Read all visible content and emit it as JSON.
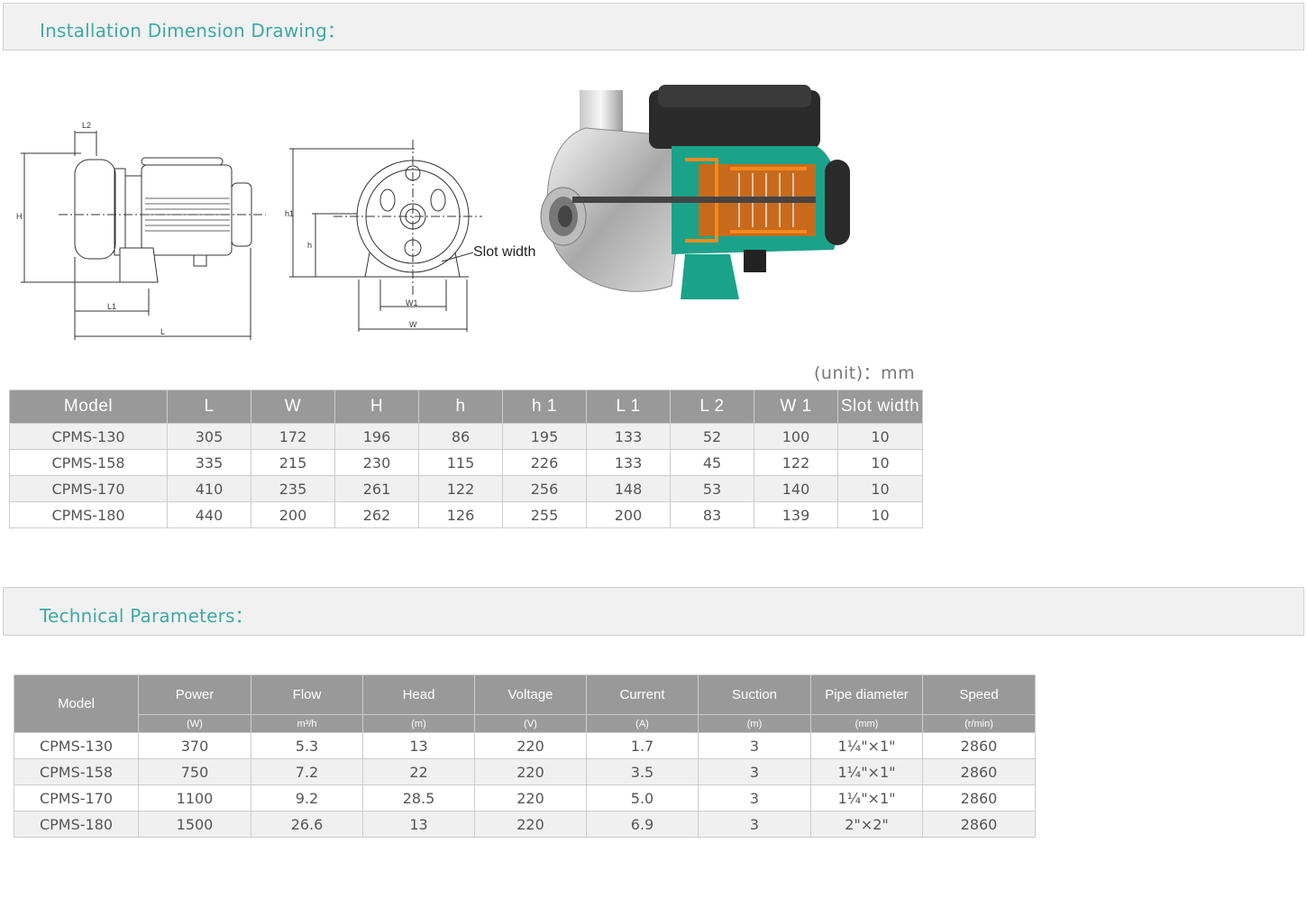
{
  "sections": {
    "installation_title": "Installation Dimension Drawing：",
    "technical_title": "Technical Parameters："
  },
  "drawing": {
    "labels": {
      "L": "L",
      "L1": "L1",
      "L2": "L2",
      "H": "H",
      "W": "W",
      "W1": "W1",
      "h": "h",
      "h1": "h1",
      "slot": "Slot width"
    },
    "photo_icon": "pump-cutaway-icon"
  },
  "unit_note": "(unit)：mm",
  "dimensions": {
    "headers": [
      "Model",
      "L",
      "W",
      "H",
      "h",
      "h 1",
      "L 1",
      "L 2",
      "W 1",
      "Slot width"
    ],
    "rows": [
      [
        "CPMS-130",
        "305",
        "172",
        "196",
        "86",
        "195",
        "133",
        "52",
        "100",
        "10"
      ],
      [
        "CPMS-158",
        "335",
        "215",
        "230",
        "115",
        "226",
        "133",
        "45",
        "122",
        "10"
      ],
      [
        "CPMS-170",
        "410",
        "235",
        "261",
        "122",
        "256",
        "148",
        "53",
        "140",
        "10"
      ],
      [
        "CPMS-180",
        "440",
        "200",
        "262",
        "126",
        "255",
        "200",
        "83",
        "139",
        "10"
      ]
    ]
  },
  "technical": {
    "headers": [
      "Model",
      "Power",
      "Flow",
      "Head",
      "Voltage",
      "Current",
      "Suction",
      "Pipe diameter",
      "Speed"
    ],
    "units": [
      "(W)",
      "m³/h",
      "(m)",
      "(V)",
      "(A)",
      "(m)",
      "(mm)",
      "(r/min)"
    ],
    "rows": [
      [
        "CPMS-130",
        "370",
        "5.3",
        "13",
        "220",
        "1.7",
        "3",
        "1¼\"×1\"",
        "2860"
      ],
      [
        "CPMS-158",
        "750",
        "7.2",
        "22",
        "220",
        "3.5",
        "3",
        "1¼\"×1\"",
        "2860"
      ],
      [
        "CPMS-170",
        "1100",
        "9.2",
        "28.5",
        "220",
        "5.0",
        "3",
        "1¼\"×1\"",
        "2860"
      ],
      [
        "CPMS-180",
        "1500",
        "26.6",
        "13",
        "220",
        "6.9",
        "3",
        "2\"×2\"",
        "2860"
      ]
    ]
  },
  "colors": {
    "accent": "#3eaaa2",
    "header_bg": "#999999",
    "section_bg": "#f1f1f1",
    "pump_green": "#1aa38a",
    "pump_orange": "#f08a1e"
  }
}
